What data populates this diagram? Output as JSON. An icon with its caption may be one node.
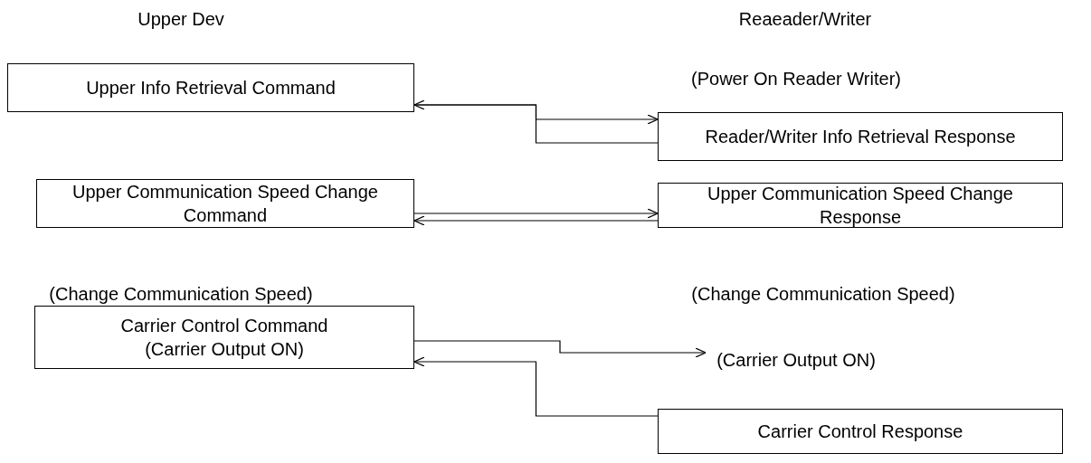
{
  "diagram": {
    "nodes": [
      {
        "text": [
          "Upper Info Retrieval Command"
        ]
      },
      {
        "text": [
          "Reader/Writer Info Retrieval Response"
        ]
      },
      {
        "text": [
          "Upper Communication Speed Change Command"
        ]
      },
      {
        "text": [
          "Upper Communication Speed Change Response"
        ]
      },
      {
        "text": [
          "Carrier Control Command",
          "(Carrier Output ON)"
        ]
      },
      {
        "text": [
          "(Carrier Output ON)"
        ]
      },
      {
        "text": [
          "Carrier Control Response"
        ]
      }
    ],
    "edges": [
      {
        "from": 0,
        "to": 1,
        "arrow": "to"
      },
      {
        "from": 1,
        "to": 0,
        "arrow": "to"
      },
      {
        "from": 2,
        "to": 3,
        "arrow": "to"
      },
      {
        "from": 3,
        "to": 2,
        "arrow": "to"
      },
      {
        "from": 4,
        "to": 5,
        "arrow": "to"
      },
      {
        "from": 6,
        "to": 4,
        "arrow": "to"
      }
    ],
    "labels": [
      "Upper Dev",
      "Reaeader/Writer",
      "(Power On Reader Writer)",
      "(Change Communication Speed)",
      "(Change Communication Speed)"
    ]
  }
}
